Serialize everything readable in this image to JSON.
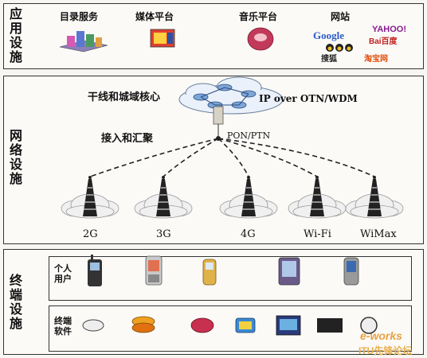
{
  "application": {
    "title": "应用设施",
    "categories": [
      "目录服务",
      "媒体平台",
      "音乐平台",
      "网站"
    ],
    "logos": [
      "Google",
      "YAHOO!",
      "Bai百度",
      "淘宝网",
      "搜狐"
    ]
  },
  "network": {
    "title": "网络设施",
    "core_label": "干线和城域核心",
    "ip_label": "IP over OTN/WDM",
    "access_label": "接入和汇聚",
    "pon_label": "PON/PTN",
    "towers": [
      "2G",
      "3G",
      "4G",
      "Wi-Fi",
      "WiMax"
    ]
  },
  "terminal": {
    "title": "终端设施",
    "personal_users": "个人用户",
    "terminal_software": "终端软件"
  },
  "watermark": "ITU先锋论坛",
  "watermark_brand": "e-works"
}
